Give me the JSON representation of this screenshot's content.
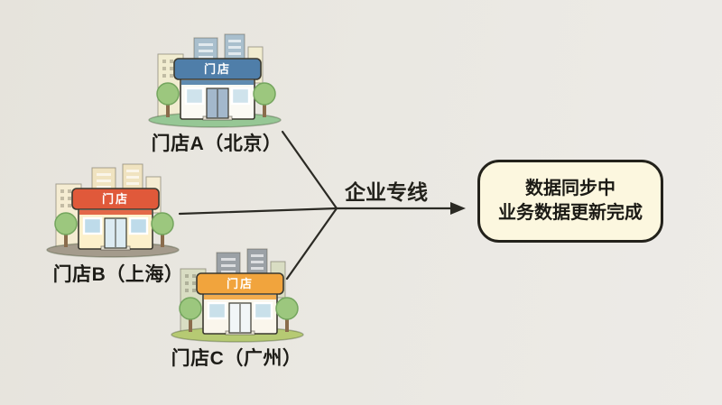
{
  "canvas": {
    "background": "#eae8e2",
    "line_color": "#2b2a24",
    "label_color": "#1d1c17"
  },
  "connection": {
    "label": "企业专线"
  },
  "status_box": {
    "lines": [
      "数据同步中",
      "业务数据更新完成"
    ],
    "background": "#fcf7df",
    "border_color": "#23221b"
  },
  "stores": [
    {
      "sign": "门店",
      "label": "门店A（北京）",
      "colors": {
        "awning": "#4f7ea9",
        "facade": "#fbfaf4",
        "window": "#cfe3ec",
        "door": "#a3b8cc",
        "ground": "#96c795",
        "bg_left": "#f1ecd0",
        "bg_right": "#a9bfcd"
      }
    },
    {
      "sign": "门店",
      "label": "门店B（上海）",
      "colors": {
        "awning": "#e0593a",
        "facade": "#fcf0cb",
        "window": "#bedbea",
        "door": "#dcebf2",
        "ground": "#a49b8c",
        "bg_left": "#f5ecd2",
        "bg_right": "#f0e3c0"
      }
    },
    {
      "sign": "门店",
      "label": "门店C（广州）",
      "colors": {
        "awning": "#f1a43d",
        "facade": "#faf6ec",
        "window": "#c9e0ea",
        "door": "#f2f6f8",
        "ground": "#b6ca73",
        "bg_left": "#d9ddc3",
        "bg_right": "#9ba1a6"
      }
    }
  ]
}
